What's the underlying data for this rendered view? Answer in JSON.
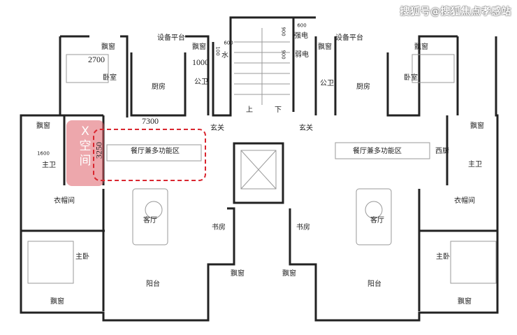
{
  "watermark": "搜狐号@搜狐焦点孝感站",
  "highlight": {
    "label": "X空间",
    "dimension": "3250",
    "color": "#d9262f"
  },
  "core": {
    "stair_up": "上",
    "stair_down": "下",
    "water": "水",
    "strong_power": "强电",
    "weak_power": "弱电",
    "dim_600": "600",
    "dim_900a": "900",
    "dim_900b": "900",
    "dim_100": "100",
    "dim_600b": "600"
  },
  "left_unit": {
    "bay_window_bedroom": "飘窗",
    "dim_2700": "2700",
    "bedroom": "卧室",
    "equipment_platform": "设备平台",
    "kitchen": "厨房",
    "bay_window_bath": "飘窗",
    "dim_1000": "1000",
    "public_bath": "公卫",
    "dim_7300": "7300",
    "entrance": "玄关",
    "bay_window_master_bath": "飘窗",
    "dim_1600": "1600",
    "master_bath": "主卫",
    "dining": "餐厅兼多功能区",
    "cloakroom": "衣帽间",
    "living": "客厅",
    "study": "书房",
    "master_bedroom": "主卧",
    "bay_window_master": "飘窗",
    "balcony": "阳台",
    "bay_window_study": "飘窗"
  },
  "right_unit": {
    "bay_window_bath": "飘窗",
    "equipment_platform": "设备平台",
    "kitchen": "厨房",
    "public_bath": "公卫",
    "bay_window_bedroom": "飘窗",
    "bedroom": "卧室",
    "entrance": "玄关",
    "bay_window_master_bath": "飘窗",
    "western_kitchen": "西厨",
    "master_bath": "主卫",
    "dining": "餐厅兼多功能区",
    "cloakroom": "衣帽间",
    "living": "客厅",
    "study": "书房",
    "master_bedroom": "主卧",
    "bay_window_study": "飘窗",
    "balcony": "阳台",
    "bay_window_master": "飘窗"
  }
}
